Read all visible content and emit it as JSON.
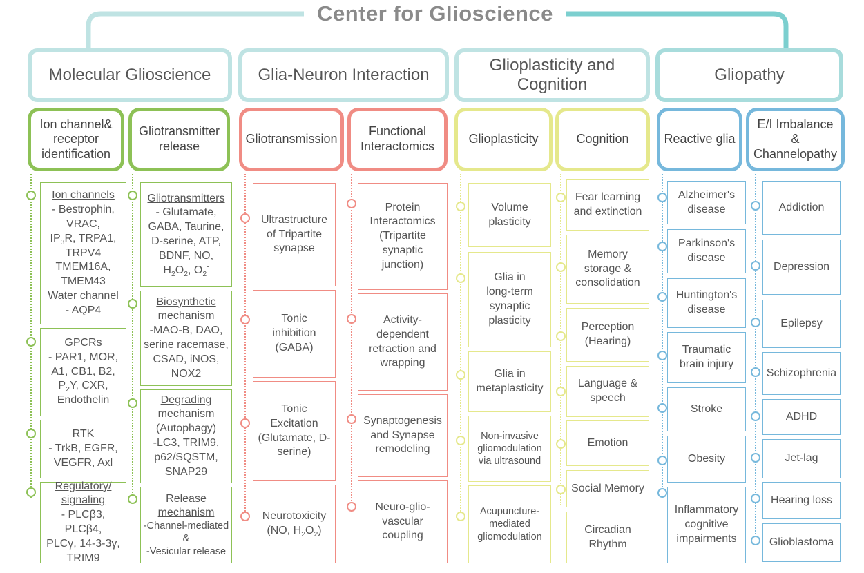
{
  "title": "Center for Glioscience",
  "colors": {
    "teal": "#7ccfcf",
    "green": "#8dc156",
    "coral": "#f08c84",
    "yellow": "#e5e88c",
    "blue": "#76b8dc",
    "text": "#555555"
  },
  "departments": [
    {
      "label": "Molecular Glioscience"
    },
    {
      "label": "Glia-Neuron Interaction"
    },
    {
      "label": "Glioplasticity and Cognition"
    },
    {
      "label": "Gliopathy"
    }
  ],
  "columns": [
    {
      "header": "Ion channel& receptor identification",
      "items": [
        {
          "heading": "Ion channels",
          "lines": [
            "- Bestrophin,",
            "VRAC,",
            "IP3R, TRPA1,",
            "TRPV4",
            "TMEM16A,",
            "TMEM43"
          ],
          "heading2": "Water channel",
          "lines2": [
            "- AQP4"
          ]
        },
        {
          "heading": "GPCRs",
          "lines": [
            "- PAR1, MOR,",
            "A1, CB1, B2,",
            "P2Y, CXR,",
            "Endothelin"
          ]
        },
        {
          "heading": "RTK",
          "lines": [
            "- TrkB, EGFR,",
            "VEGFR, Axl"
          ]
        },
        {
          "heading": "Regulatory/ signaling",
          "lines": [
            "- PLCβ3, PLCβ4,",
            "PLCγ, 14-3-3γ,",
            "TRIM9"
          ]
        }
      ]
    },
    {
      "header": "Gliotransmitter release",
      "items": [
        {
          "heading": "Gliotransmitters",
          "lines": [
            "- Glutamate,",
            "GABA, Taurine,",
            "D-serine, ATP,",
            "BDNF, NO,",
            "H2O2, O2-"
          ]
        },
        {
          "heading": "Biosynthetic mechanism",
          "lines": [
            "-MAO-B, DAO,",
            "serine racemase,",
            "CSAD, iNOS,",
            "NOX2"
          ]
        },
        {
          "heading": "Degrading mechanism",
          "lines": [
            "(Autophagy)",
            "-LC3, TRIM9,",
            "p62/SQSTM,",
            "SNAP29"
          ]
        },
        {
          "heading": "Release mechanism",
          "lines": [
            "-Channel-mediated",
            "&",
            "-Vesicular release"
          ]
        }
      ]
    },
    {
      "header": "Gliotransmission",
      "items": [
        "Ultrastructure of Tripartite synapse",
        "Tonic inhibition (GABA)",
        "Tonic Excitation (Glutamate, D-serine)",
        "Neurotoxicity (NO, H2O2)"
      ]
    },
    {
      "header": "Functional Interactomics",
      "items": [
        "Protein Interactomics (Tripartite synaptic junction)",
        "Activity-dependent retraction and wrapping",
        "Synaptogenesis and Synapse remodeling",
        "Neuro-glio-vascular coupling"
      ]
    },
    {
      "header": "Glioplasticity",
      "items": [
        "Volume plasticity",
        "Glia in long-term synaptic plasticity",
        "Glia in metaplasticity",
        "Non-invasive gliomodulation via ultrasound",
        "Acupuncture-mediated gliomodulation"
      ]
    },
    {
      "header": "Cognition",
      "items": [
        "Fear learning and extinction",
        "Memory storage & consolidation",
        "Perception (Hearing)",
        "Language & speech",
        "Emotion",
        "Social Memory",
        "Circadian Rhythm"
      ]
    },
    {
      "header": "Reactive glia",
      "items": [
        "Alzheimer's disease",
        "Parkinson's disease",
        "Huntington's disease",
        "Traumatic brain injury",
        "Stroke",
        "Obesity",
        "Inflammatory cognitive impairments"
      ]
    },
    {
      "header": "E/I Imbalance & Channelopathy",
      "items": [
        "Addiction",
        "Depression",
        "Epilepsy",
        "Schizophrenia",
        "ADHD",
        "Jet-lag",
        "Hearing loss",
        "Glioblastoma"
      ]
    }
  ]
}
